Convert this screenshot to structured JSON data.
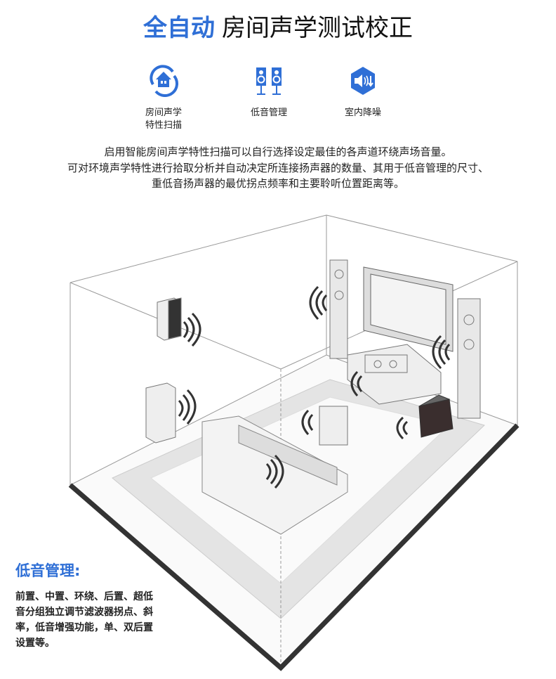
{
  "title": {
    "highlight": "全自动",
    "rest": "房间声学测试校正"
  },
  "features": [
    {
      "icon": "house-scan-icon",
      "label_line1": "房间声学",
      "label_line2": "特性扫描"
    },
    {
      "icon": "speakers-icon",
      "label_line1": "低音管理",
      "label_line2": ""
    },
    {
      "icon": "noise-reduction-icon",
      "label_line1": "室内降噪",
      "label_line2": ""
    }
  ],
  "description": [
    "启用智能房间声学特性扫描可以自行选择设定最佳的各声道环绕声场音量。",
    "可对环境声学特性进行拾取分析并自动决定所连接扬声器的数量、其用于低音管理的尺寸、",
    "重低音扬声器的最优拐点频率和主要聆听位置距离等。"
  ],
  "bass_management": {
    "heading": "低音管理:",
    "lines": [
      "前置、中置、环绕、后置、超低",
      "音分组独立调节滤波器拐点、斜",
      "率，低音增强功能，单、双后置",
      "设置等。"
    ]
  },
  "colors": {
    "accent": "#2f6fd6",
    "text": "#222222"
  }
}
